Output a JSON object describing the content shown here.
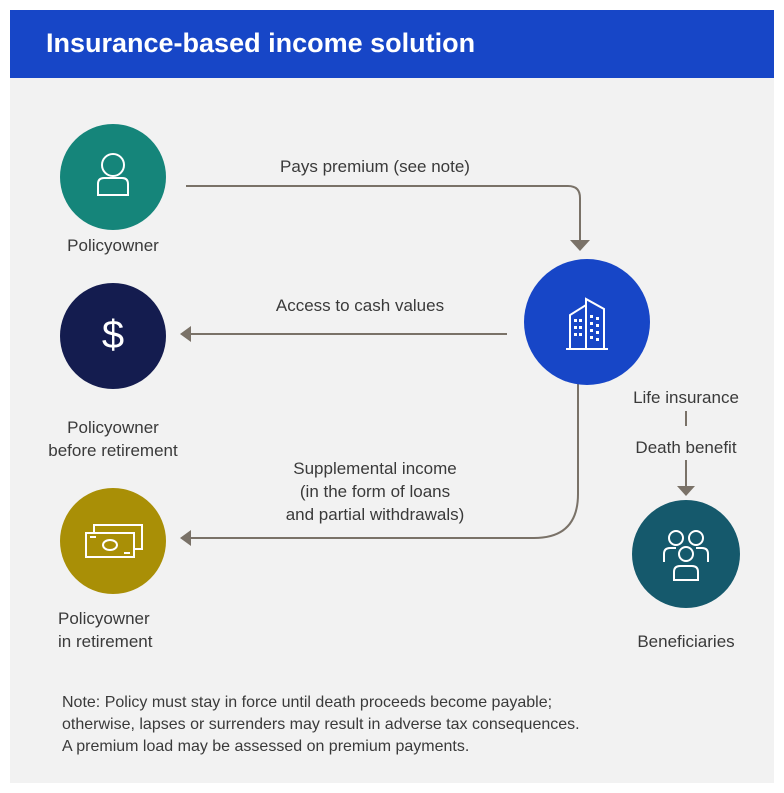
{
  "header": {
    "title": "Insurance-based income solution"
  },
  "nodes": {
    "policyowner": {
      "label": "Policyowner",
      "icon": "person-icon",
      "color": "#15857a"
    },
    "before_retirement": {
      "label_lines": [
        "Policyowner",
        "before retirement"
      ],
      "icon": "dollar-icon",
      "glyph": "$",
      "color": "#141c4f"
    },
    "in_retirement": {
      "label_lines": [
        "Policyowner",
        "in retirement"
      ],
      "icon": "cash-icon",
      "color": "#a98f06"
    },
    "insurer": {
      "icon": "building-icon",
      "color": "#1746c7"
    },
    "beneficiaries": {
      "label": "Beneficiaries",
      "icon": "people-icon",
      "color": "#15596c"
    }
  },
  "flows": {
    "premium": "Pays premium (see note)",
    "cash_values": "Access to cash values",
    "supplemental_lines": [
      "Supplemental income",
      "(in the form of loans",
      "and partial withdrawals)"
    ],
    "life_insurance": "Life insurance",
    "death_benefit": "Death benefit"
  },
  "note": {
    "lines": [
      "Note: Policy must stay in force until death proceeds become payable;",
      "otherwise, lapses or surrenders may result in adverse tax consequences.",
      "A premium load may be assessed on premium payments."
    ]
  }
}
